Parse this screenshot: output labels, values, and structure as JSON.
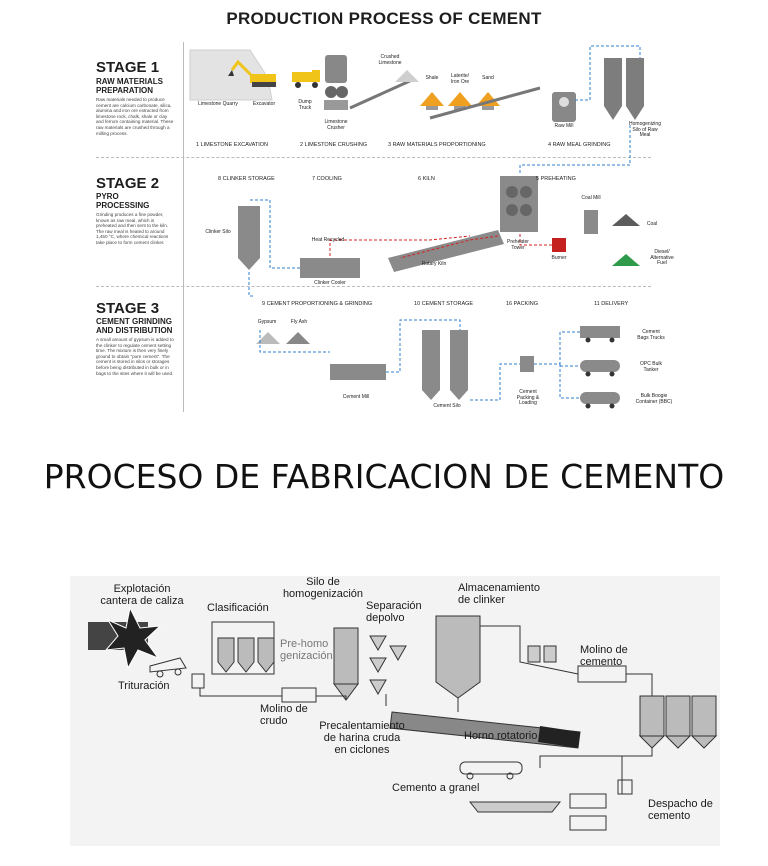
{
  "top": {
    "title": "PRODUCTION PROCESS OF CEMENT",
    "stages": [
      {
        "heading": "STAGE 1",
        "subtitle": "RAW MATERIALS\nPREPARATION",
        "description": "Raw materials needed to produce cement are calcium carbonate, silica, alumina and iron ore extracted from limestone rock, chalk, shale or clay and ferrum containing material. These raw materials are crushed through a milling process."
      },
      {
        "heading": "STAGE 2",
        "subtitle": "PYRO\nPROCESSING",
        "description": "Grinding produces a fine powder, known as raw meal, which is preheated and then sent to the kiln. The raw meal is heated to around 1,450 °C, where chemical reactions take place to form cement clinker."
      },
      {
        "heading": "STAGE 3",
        "subtitle": "CEMENT GRINDING\nAND DISTRIBUTION",
        "description": "A small amount of gypsum is added to the clinker to regulate cement setting time. The mixture is then very finely ground to obtain \"pure cement\". The cement is stored in silos or storages before being distributed in bulk or in bags to the sites where it will be used."
      }
    ],
    "steps": {
      "s1": "1 LIMESTONE EXCAVATION",
      "s2": "2 LIMESTONE CRUSHING",
      "s3": "3 RAW MATERIALS PROPORTIONING",
      "s4": "4 RAW MEAL GRINDING",
      "s5": "5 PREHEATING",
      "s6": "6 KILN",
      "s7": "7 COOLING",
      "s8": "8 CLINKER STORAGE",
      "s9": "9 CEMENT PROPORTIONING & GRINDING",
      "s10": "10 CEMENT STORAGE",
      "s11": "11 DELIVERY",
      "s16": "16 PACKING"
    },
    "labels": {
      "limestone_quarry": "Limestone Quarry",
      "excavator": "Excavator",
      "dump_truck": "Dump\nTruck",
      "crushed_limestone": "Crushed\nLimestone",
      "limestone_crusher": "Limestone\nCrusher",
      "shale": "Shale",
      "laterite": "Laterite/\nIron Ore",
      "sand": "Sand",
      "raw_mill": "Raw Mill",
      "homogenizing_silo": "Homogenizing\nSilo of Raw\nMeal",
      "clinker_silo": "Clinker Silo",
      "heat_recycled": "Heat Recycled",
      "clinker_cooler": "Clinker Cooler",
      "rotary_kiln": "Rotary Kiln",
      "preheater_tower": "Preheater\nTower",
      "coal_mill": "Coal Mill",
      "coal": "Coal",
      "burner": "Burner",
      "diesel_fuel": "Diesel/\nAlternative\nFuel",
      "gypsum": "Gypsum",
      "fly_ash": "Fly Ash",
      "cement_mill": "Cement Mill",
      "cement_silo": "Cement Silo",
      "cement_packing": "Cement\nPacking &\nLoading",
      "bags_trucks": "Cement\nBags Trucks",
      "opc_tanker": "OPC Bulk\nTanker",
      "bulk_container": "Bulk Boogie\nContainer (BBC)"
    }
  },
  "middle": {
    "title": "PROCESO DE FABRICACION DE CEMENTO"
  },
  "bottom": {
    "labels": {
      "explotacion": "Explotación\ncantera de caliza",
      "clasificacion": "Clasificación",
      "silo_homog": "Silo de\nhomogenización",
      "pre_homog": "Pre-homo\ngenización",
      "separacion": "Separación\ndepolvo",
      "almacenamiento": "Almacenamiento\nde clinker",
      "molino_cemento": "Molino de\ncemento",
      "trituracion": "Trituración",
      "molino_crudo": "Molino de\ncrudo",
      "precalentamiento": "Precalentamiento\nde harina cruda\nen ciclones",
      "horno": "Horno rotatorio",
      "cemento_granel": "Cemento a granel",
      "despacho": "Despacho de\ncemento"
    }
  },
  "colors": {
    "flow_blue": "#2f7fd2",
    "flow_red": "#d52020",
    "equipment_gray": "#8a8a8a",
    "material_orange": "#f0a020",
    "coal_green": "#2f9a4a",
    "burner_red": "#c42020",
    "excavator_yellow": "#f0c419"
  }
}
